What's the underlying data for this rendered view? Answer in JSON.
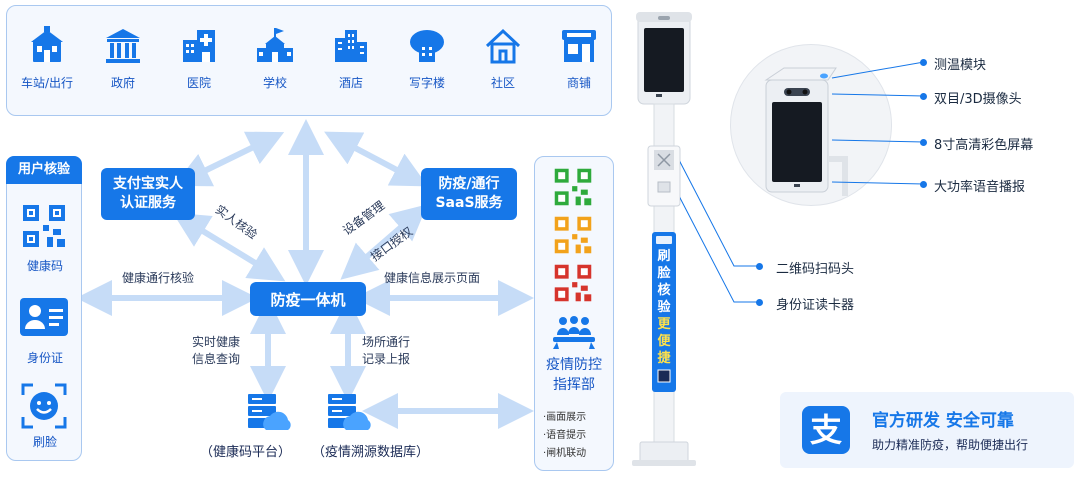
{
  "places": [
    {
      "label": "车站/出行",
      "icon": "station-icon"
    },
    {
      "label": "政府",
      "icon": "government-icon"
    },
    {
      "label": "医院",
      "icon": "hospital-icon"
    },
    {
      "label": "学校",
      "icon": "school-icon"
    },
    {
      "label": "酒店",
      "icon": "hotel-icon"
    },
    {
      "label": "写字楼",
      "icon": "office-cloud-icon"
    },
    {
      "label": "社区",
      "icon": "community-icon"
    },
    {
      "label": "商铺",
      "icon": "shop-icon"
    }
  ],
  "user_verify": {
    "title": "用户核验",
    "items": [
      {
        "label": "健康码",
        "icon": "qr-code-icon"
      },
      {
        "label": "身份证",
        "icon": "id-card-icon"
      },
      {
        "label": "刷脸",
        "icon": "face-scan-icon"
      }
    ]
  },
  "boxes": {
    "alipay_auth_line1": "支付宝实人",
    "alipay_auth_line2": "认证服务",
    "saas_line1": "防疫/通行",
    "saas_line2": "SaaS服务",
    "center": "防疫一体机"
  },
  "flow_labels": {
    "real_person": "实人核验",
    "device_mgmt": "设备管理",
    "interface_auth": "接口授权",
    "health_check": "健康通行核验",
    "health_display": "健康信息展示页面",
    "realtime_line1": "实时健康",
    "realtime_line2": "信息查询",
    "venue_line1": "场所通行",
    "venue_line2": "记录上报"
  },
  "databases": [
    {
      "label": "（健康码平台）",
      "icon": "server-cloud-icon"
    },
    {
      "label": "（疫情溯源数据库）",
      "icon": "server-cloud-icon"
    }
  ],
  "command": {
    "title_line1": "疫情防控",
    "title_line2": "指挥部",
    "features": [
      "·画面展示",
      "·语音提示",
      "·闸机联动"
    ],
    "qr_colors": [
      "#2eaa3c",
      "#f2a21b",
      "#d6342c"
    ]
  },
  "device": {
    "banner": "刷脸核验更便捷",
    "banner_yellow_start": 4,
    "callouts": [
      "测温模块",
      "双目/3D摄像头",
      "8寸高清彩色屏幕",
      "大功率语音播报",
      "二维码扫码头",
      "身份证读卡器"
    ]
  },
  "brand": {
    "slogan": "官方研发 安全可靠",
    "sub": "助力精准防疫，帮助便捷出行",
    "logo_char": "支"
  },
  "colors": {
    "accent": "#1677e8",
    "arrow": "#c6dcf7",
    "panel_border": "#a9c8f0"
  }
}
